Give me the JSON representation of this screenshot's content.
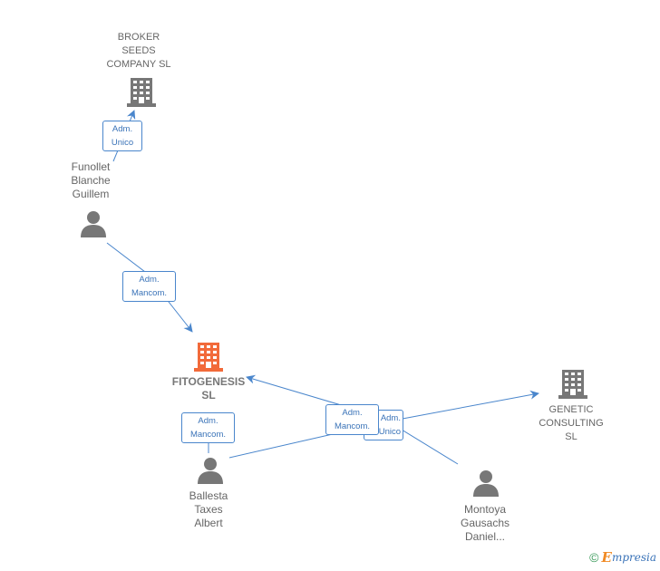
{
  "colors": {
    "edge": "#4a86cc",
    "company_icon": "#777777",
    "main_company_icon": "#f26a3a",
    "person_icon": "#777777"
  },
  "nodes": {
    "broker_seeds": {
      "label": "BROKER\nSEEDS\nCOMPANY  SL",
      "icon": "building-icon"
    },
    "funollet": {
      "label": "Funollet\nBlanche\nGuillem",
      "icon": "person-icon"
    },
    "fitogenesis": {
      "label": "FITOGENESIS\nSL",
      "icon": "building-icon"
    },
    "ballesta": {
      "label": "Ballesta\nTaxes\nAlbert",
      "icon": "person-icon"
    },
    "montoya": {
      "label": "Montoya\nGausachs\nDaniel...",
      "icon": "person-icon"
    },
    "genetic": {
      "label": "GENETIC\nCONSULTING\nSL",
      "icon": "building-icon"
    }
  },
  "edges": {
    "funollet_broker": {
      "label": "Adm.\nUnico"
    },
    "funollet_fito": {
      "label": "Adm.\nMancom."
    },
    "ballesta_fito": {
      "label": "Adm.\nMancom."
    },
    "montoya_fito": {
      "label": "Adm.\nMancom."
    },
    "montoya_genetic": {
      "label": "Adm.\nUnico"
    }
  },
  "footer": {
    "copyright": "©",
    "brand_initial": "E",
    "brand_rest": "mpresia"
  }
}
